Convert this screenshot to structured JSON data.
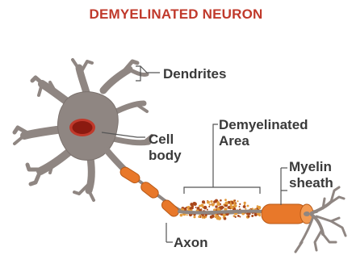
{
  "title": "DEMYELINATED NEURON",
  "labels": {
    "dendrites": "Dendrites",
    "cell_body_line1": "Cell",
    "cell_body_line2": "body",
    "demyelinated_line1": "Demyelinated",
    "demyelinated_line2": "Area",
    "myelin_line1": "Myelin",
    "myelin_line2": "sheath",
    "axon": "Axon"
  },
  "colors": {
    "title": "#c0392b",
    "label": "#3a3a3a",
    "neuron_fill": "#8f8682",
    "neuron_stroke": "#6b625e",
    "nucleus": "#8b1a10",
    "nucleus_ring": "#c0392b",
    "myelin": "#e8782a",
    "myelin_stroke": "#b85a18",
    "debris_dark": "#a8461a",
    "debris_light": "#e39b3c",
    "leader": "#555555"
  }
}
